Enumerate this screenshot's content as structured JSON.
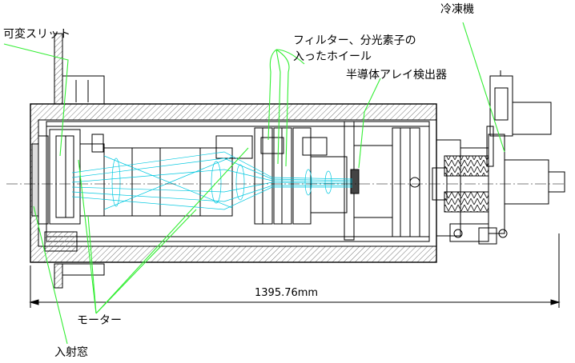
{
  "labels": {
    "variable_slit": "可変スリット",
    "filter_wheel_line1": "フィルター、分光素子の",
    "filter_wheel_line2": "入ったホイール",
    "detector": "半導体アレイ検出器",
    "cryocooler": "冷凍機",
    "motor": "モーター",
    "entrance_window": "入射窓"
  },
  "dimension": {
    "total_length": "1395.76mm"
  },
  "colors": {
    "ink": "#000000",
    "leader": "#33ee33",
    "optics_ray": "#00c8e0",
    "beam_fill": "#eef8fc",
    "hatch": "#666666"
  }
}
